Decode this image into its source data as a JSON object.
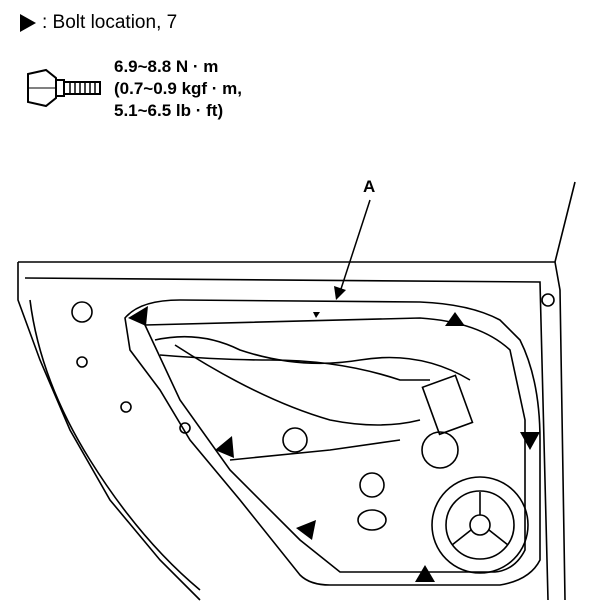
{
  "legend": {
    "icon": "triangle-arrow-icon",
    "text": ": Bolt location, 7"
  },
  "torque": {
    "line1": "6.9~8.8 N · m",
    "line2": "(0.7~0.9 kgf · m,",
    "line3": "5.1~6.5 lb · ft)"
  },
  "callout": {
    "label": "A"
  },
  "bolt_markers": {
    "count": 7,
    "color": "#000000"
  }
}
